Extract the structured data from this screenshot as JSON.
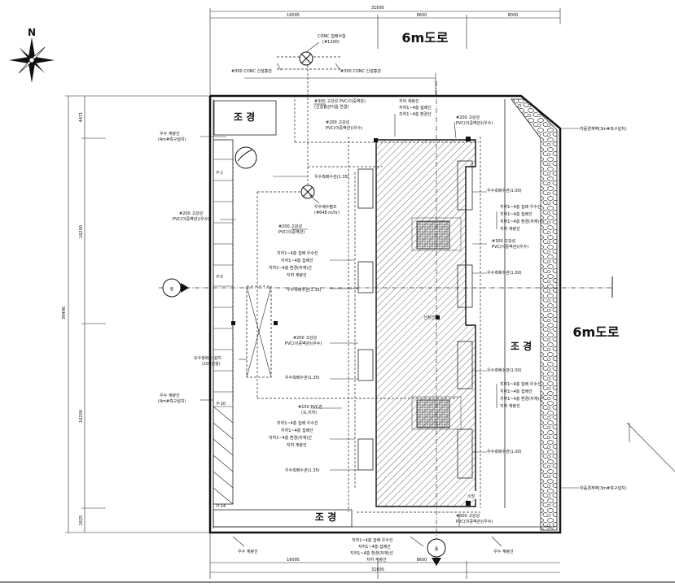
{
  "roads": {
    "top": "6m도로",
    "right": "6m도로"
  },
  "landscape": {
    "top_left": "조 경",
    "right": "조 경",
    "bottom": "조 경"
  },
  "north": "N",
  "dims": {
    "top_total": "31695",
    "top_1": "16095",
    "top_2": "8600",
    "top_3": "8000",
    "bottom_total": "31695",
    "bottom_1": "16095",
    "bottom_2": "8600",
    "left_total": "39496",
    "left_1": "4471",
    "left_2": "16200",
    "left_3": "16200",
    "left_4": "2625"
  },
  "parking": {
    "p1": "P-1",
    "p5": "P-5",
    "p10": "P-10",
    "p14": "P-14"
  },
  "section": {
    "left": "링",
    "bottom": "종"
  },
  "labels": {
    "conc_top": "CONC 집배수함",
    "conc_top2": "(#1200)",
    "conc_l": "#300 CONC 신설흉관",
    "conc_r": "#300 CONC 신설흉관",
    "pvc_main": "#300 고강성 PVC(이중벽관)",
    "pvc_main2": "(신설흉관이음 연결)",
    "ji_a1": "지하 계량선",
    "ji_a2": "지하1~4층 집배선",
    "ji_a3": "지하1~4층 환경선",
    "pvc200_a": "#200 고강성",
    "pvc200_a2": "PVC(이중벽관)(우수)",
    "pvc200_b": "#200 고강성",
    "pvc200_b2": "PVC(이중벽관)(우수)",
    "left_meter": "우수 계량선",
    "left_meter2": "(4m#측구설치)",
    "water_box1": "우수측배수관(1.35)",
    "pump": "우수배수펌프",
    "pump2": "(#648 m/hr)",
    "pvc_left": "#200 고강성",
    "pvc_left2": "PVC(이중벽관)(우수)",
    "pvc_mid": "#200 고강성",
    "pvc_mid2": "PVC(이중벽관)",
    "ji_b1": "지하1~4층 집배 우수선",
    "ji_b2": "지하1~4층 집배선",
    "ji_b3": "지하1~4층 환경(자재)선",
    "ji_b4": "지하 계량선",
    "water_box2": "우수측배수관(1.35)",
    "office": "신청건물",
    "pvc_c": "#200 고강성",
    "pvc_c2": "PVC(이중벽관)(우수)",
    "tank": "오수정화조 설치",
    "tank2": "(100인용)",
    "left_meter_b": "우수 계량선",
    "left_meter_b2": "(4m#측구설치)",
    "water_box3": "우수측배수관(1.35)",
    "pvc_d": "#150 PVC관",
    "pvc_d2": "(오,지하)",
    "ji_c1": "지하1~4층 집배 우수선",
    "ji_c2": "지하1~4층 집배선",
    "ji_c3": "지하1~4층 환경(자재)선",
    "ji_c4": "지하 계량선",
    "water_box4": "우수측배수관(1.35)",
    "r_box1": "우수측배수관(1.00)",
    "r_ji1": "지하1~4층 집배 우수선",
    "r_ji2": "지하1~4층 집배선",
    "r_ji3": "지하1~4층 환경(자재)선",
    "r_ji4": "지하 계량선",
    "r_pvc": "#300 고강성",
    "r_pvc2": "PVC(이중벽관)(우수)",
    "r_box2": "우수측배수관(1.00)",
    "r_box3": "우수측배수관(1.00)",
    "r_ji5": "지하1~4층 집배 우수선",
    "r_ji6": "지하1~4층 집배선",
    "r_ji7": "지하1~4층 환경(자재)선",
    "r_ji8": "지하 계량선",
    "r_box4": "우수측배수관(1.00)",
    "fence_top": "차음경계벽(3m#측구설치)",
    "fence_bot": "차음경계벽(3m#측구설치)",
    "b_pvc": "#300 고강성",
    "b_pvc2": "PVC(이중벽관)(우수)",
    "b_meter_l": "우수 계량선",
    "b_meter_r": "우수 계량선",
    "b_ji1": "지하1~4층 집배 우수선",
    "b_ji2": "지하1~4층 집배선",
    "b_ji3": "지하1~4층 환경(자재)선",
    "b_ji4": "지하 계량선",
    "stair": "소방"
  }
}
